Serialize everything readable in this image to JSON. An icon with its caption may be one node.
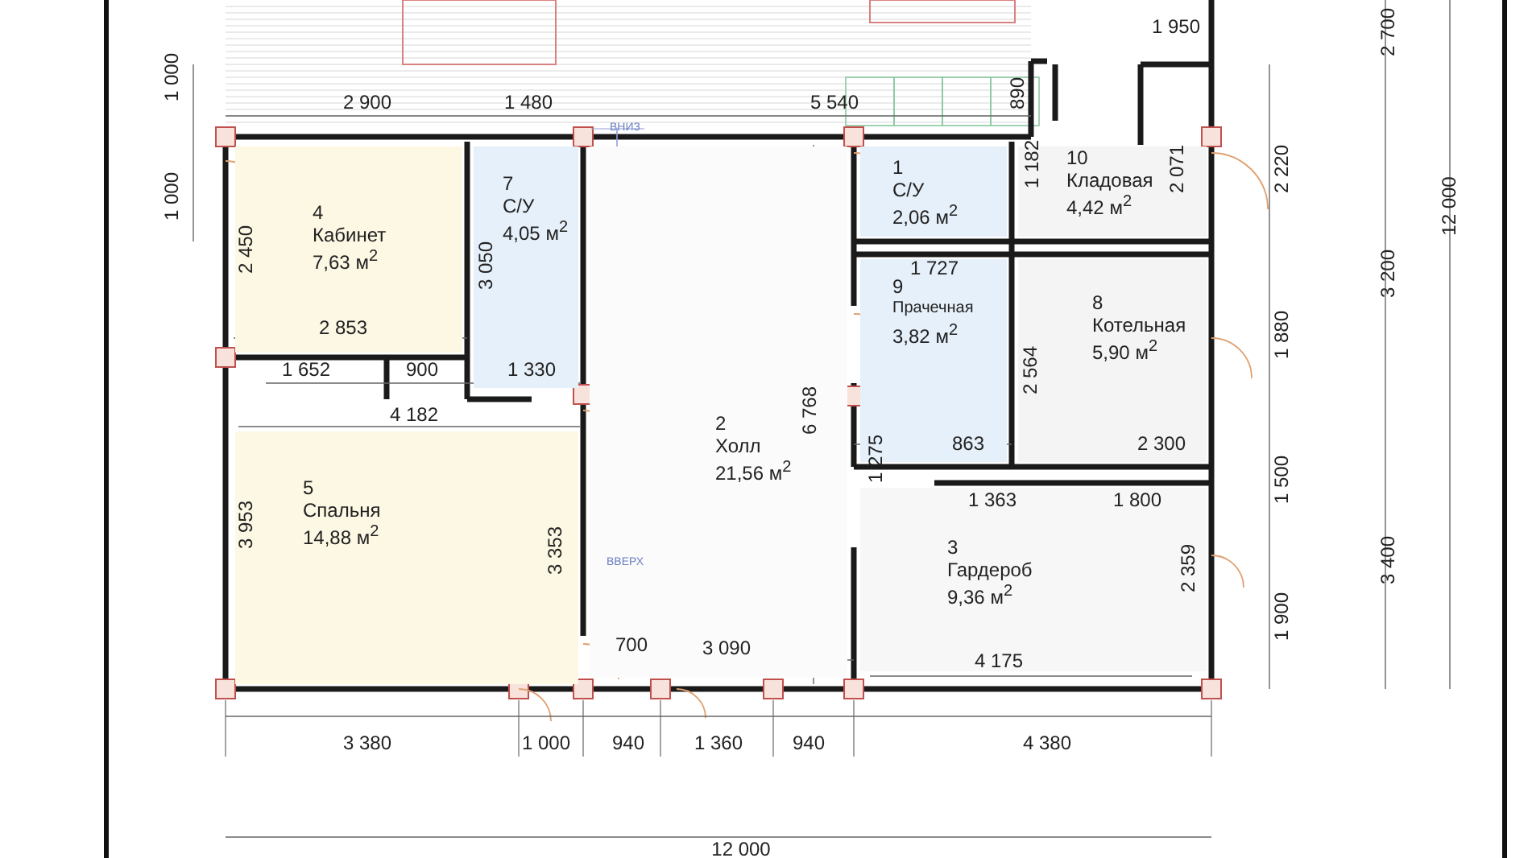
{
  "diagram": {
    "nodes": [
      {
        "text": [
          "4",
          "Кабинет",
          "7,63 м$^{2}$"
        ]
      },
      {
        "text": [
          "7",
          "С/У",
          "4,05 м$^{2}$"
        ]
      },
      {
        "text": [
          "1",
          "С/У",
          "2,06 м$^{2}$"
        ]
      },
      {
        "text": [
          "10",
          "Кладовая",
          "4,42 м$^{2}$"
        ]
      },
      {
        "text": [
          "9",
          "Прачечная",
          "3,82 м$^{2}$"
        ]
      },
      {
        "text": [
          "8",
          "Котельная",
          "5,90 м$^{2}$"
        ]
      },
      {
        "text": [
          "2",
          "Холл",
          "21,56 м$^{2}$"
        ]
      },
      {
        "text": [
          "5",
          "Спальня",
          "14,88 м$^{2}$"
        ]
      },
      {
        "text": [
          "3",
          "Гардероб",
          "9,36 м$^{2}$"
        ]
      }
    ],
    "labels": [
      "1 950",
      "2 700",
      "1 000",
      "2 900",
      "1 480",
      "5 540",
      "890",
      "ВНИЗ",
      "1 000",
      "1 182",
      "2 071",
      "2 220",
      "12 000",
      "2 450",
      "3 050",
      "1 727",
      "3 200",
      "2 853",
      "1 880",
      "1 652",
      "900",
      "1 330",
      "2 564",
      "4 182",
      "6 768",
      "1 275",
      "863",
      "2 300",
      "1 363",
      "1 800",
      "1 500",
      "3 953",
      "3 353",
      "ВВЕРХ",
      "2 359",
      "3 400",
      "1 900",
      "700",
      "3 090",
      "4 175",
      "3 380",
      "1 000",
      "940",
      "1 360",
      "940",
      "4 380",
      "12 000"
    ]
  }
}
